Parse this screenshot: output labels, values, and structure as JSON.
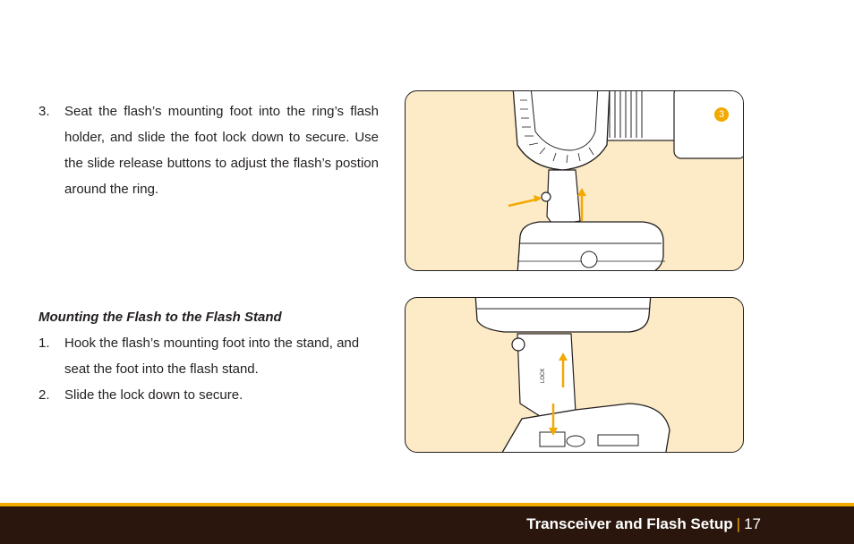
{
  "steps_ring": [
    {
      "number": "3.",
      "text": "Seat the flash’s mounting foot into the ring’s flash holder, and slide the foot lock down to secure. Use the slide release buttons to adjust the flash’s postion around the ring."
    }
  ],
  "stand_section": {
    "title": "Mounting the Flash to the Flash Stand",
    "steps": [
      {
        "number": "1.",
        "text": "Hook the flash’s mounting foot into the stand, and seat the foot into the flash stand."
      },
      {
        "number": "2.",
        "text": "Slide the lock down to secure."
      }
    ]
  },
  "figure1": {
    "badge": "3"
  },
  "figure2": {
    "lock_label": "LOCK"
  },
  "footer": {
    "title": "Transceiver and Flash Setup",
    "separator": "|",
    "page": "17"
  },
  "colors": {
    "accent": "#f2a900",
    "figure_bg": "#fdebc7",
    "footer_bg": "#2a160c"
  }
}
